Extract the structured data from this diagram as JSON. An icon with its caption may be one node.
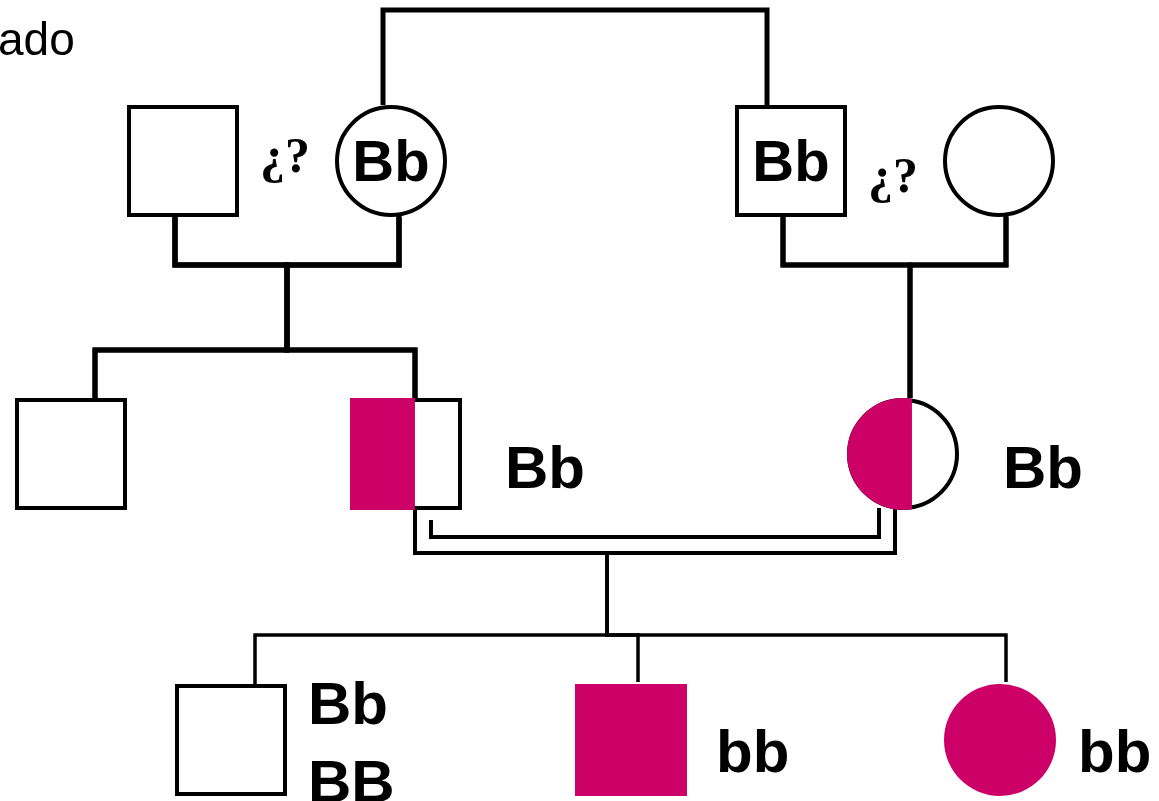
{
  "diagram": {
    "nodes": [
      {
        "text": [],
        "shape": "box"
      },
      {
        "text": [
          "Bb"
        ]
      },
      {
        "text": [
          "Bb"
        ]
      },
      {
        "text": [],
        "shape": "circle"
      },
      {
        "text": [],
        "shape": "box"
      },
      {
        "text": [],
        "shape": "box",
        "beside": [
          "Bb"
        ]
      },
      {
        "text": [],
        "shape": "circle",
        "beside": [
          "Bb"
        ]
      },
      {
        "text": [],
        "shape": "box",
        "beside": [
          "Bb",
          "BB"
        ]
      },
      {
        "text": [],
        "shape": "box",
        "beside": [
          "bb"
        ]
      },
      {
        "text": [],
        "shape": "circle",
        "beside": [
          "bb"
        ]
      }
    ],
    "edges": [
      {
        "from": 1,
        "to": 2,
        "arrow": "none"
      },
      {
        "from": 0,
        "to": 1,
        "arrow": "none"
      },
      {
        "from": 2,
        "to": 3,
        "arrow": "none"
      },
      {
        "from": 0,
        "to": 4,
        "arrow": "none"
      },
      {
        "from": 1,
        "to": 4,
        "arrow": "none"
      },
      {
        "from": 0,
        "to": 5,
        "arrow": "none"
      },
      {
        "from": 1,
        "to": 5,
        "arrow": "none"
      },
      {
        "from": 2,
        "to": 6,
        "arrow": "none"
      },
      {
        "from": 3,
        "to": 6,
        "arrow": "none"
      },
      {
        "from": 5,
        "to": 6,
        "arrow": "none"
      },
      {
        "from": 5,
        "to": 7,
        "arrow": "none"
      },
      {
        "from": 6,
        "to": 7,
        "arrow": "none"
      },
      {
        "from": 5,
        "to": 8,
        "arrow": "none"
      },
      {
        "from": 6,
        "to": 8,
        "arrow": "none"
      },
      {
        "from": 5,
        "to": 9,
        "arrow": "none"
      },
      {
        "from": 6,
        "to": 9,
        "arrow": "none"
      }
    ],
    "labels": [
      "ado",
      "¿?",
      "¿?"
    ]
  }
}
